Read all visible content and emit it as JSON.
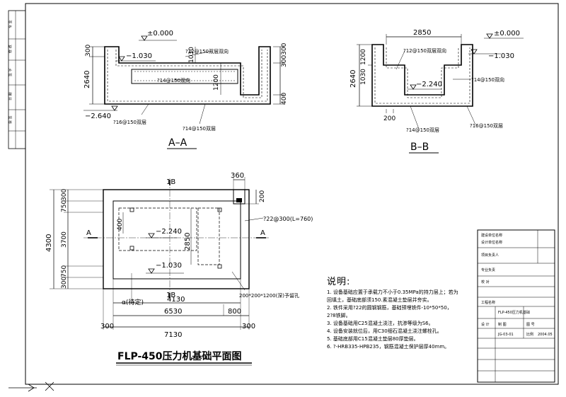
{
  "sections": {
    "aa": {
      "title": "A–A",
      "elev_top": "±0.000",
      "elev_mid": "−1.030",
      "elev_bot": "−2.640",
      "dim_total": "2640",
      "dim_top_left": "300",
      "dim_right_top": "300300",
      "dim_right_1030": "1030",
      "dim_right_1200": "1200",
      "dim_right_400": "400",
      "rebar_1": "?12@150双层双向",
      "rebar_2": "?14@150双向",
      "rebar_3": "?16@150双层",
      "rebar_4": "?14@150双层"
    },
    "bb": {
      "title": "B–B",
      "dim_width": "2850",
      "elev_top": "±0.000",
      "elev_mid": "−1.030",
      "elev_low": "−2.240",
      "dim_total": "2640",
      "dim_1200": "1200",
      "dim_1030": "1030",
      "dim_200": "200",
      "rebar_1": "?12@150双层双向",
      "rebar_2": "?14@150双向",
      "rebar_3": "?14@150双层",
      "rebar_4": "?16@150双层"
    }
  },
  "plan": {
    "title": "FLP-450压力机基础平面图",
    "section_b_top": "1B",
    "section_b_bot": "1B",
    "section_a_left": "A",
    "section_a_right": "A",
    "elev_1": "−2.240",
    "elev_2": "−1.030",
    "dim_360": "360",
    "dim_200": "200",
    "dim_2850": "2850",
    "dim_400": "400",
    "dim_4300": "4300",
    "dim_300a": "300",
    "dim_750a": "750",
    "dim_3700": "3700",
    "dim_750b": "750",
    "dim_300b": "300",
    "dim_4130": "4130",
    "dim_800": "800",
    "dim_6530": "6530",
    "dim_300c": "300",
    "dim_7130": "7130",
    "dim_300d": "300",
    "anchor_note": "?22@300(L=760)",
    "hole_note": "200*200*1200(深)予留孔",
    "pit_note": "α(待定)"
  },
  "notes": {
    "title": "说明:",
    "items": [
      "1. 设备基础应置于承载力不小于0.35MPa的持力层上；若为",
      "   回填土，基础底部须150.素混凝土垫层并夯实。",
      "2. 铁件采用?22的圆钢钢筋，基础预埋铁件-10*50*50，",
      "   2?8铁脚。",
      "3. 设备基础用C25混凝土浇注，抗渗等级为S6。",
      "4. 设备安装就位后，用C30细石混凝土浇注螺栓孔。",
      "5. 基础底部用C15混凝土垫层80厚垫层。",
      "6. ?-HRB335-HPB235，钢筋混凝土保护层厚40mm。"
    ]
  },
  "title_block": {
    "r1": "建设单位名称",
    "r2": "设计单位名称",
    "r3": "项目负责人",
    "r4": "专业负责",
    "r5": "校 对",
    "r6": "工程名称",
    "r7": "FLP-450压力机基础",
    "r8": "设 计",
    "r9": "制 图",
    "r10": "图 号",
    "r11": "JG-03-01",
    "r12": "比例",
    "r13": "2004.05"
  },
  "side_block": {
    "a": "专 业",
    "b": "修 改",
    "c": "签 字",
    "d": "日 期",
    "e": "会 签"
  }
}
